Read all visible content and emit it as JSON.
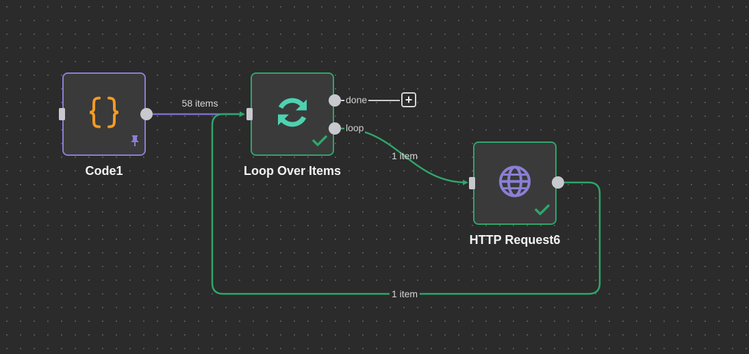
{
  "nodes": {
    "code": {
      "title": "Code1",
      "icon": "braces-icon",
      "badge": "pin-icon",
      "border_color": "#8b7fd4",
      "icon_color": "#f59a23"
    },
    "loop": {
      "title": "Loop Over Items",
      "icon": "refresh-icon",
      "badge": "check-icon",
      "border_color": "#2fa66b",
      "icon_color": "#4fd1b0",
      "outputs": {
        "done": "done",
        "loop": "loop"
      }
    },
    "http": {
      "title": "HTTP Request6",
      "icon": "globe-icon",
      "badge": "check-icon",
      "border_color": "#2fa66b",
      "icon_color": "#8b7fd4"
    }
  },
  "connections": {
    "code_to_loop": "58 items",
    "loop_to_http": "1 item",
    "http_to_loop": "1 item"
  },
  "colors": {
    "canvas": "#2b2b2b",
    "wire_purple": "#7a6fd0",
    "wire_green": "#2fa66b",
    "success": "#2fa66b"
  },
  "actions": {
    "add_after_done": "+"
  }
}
